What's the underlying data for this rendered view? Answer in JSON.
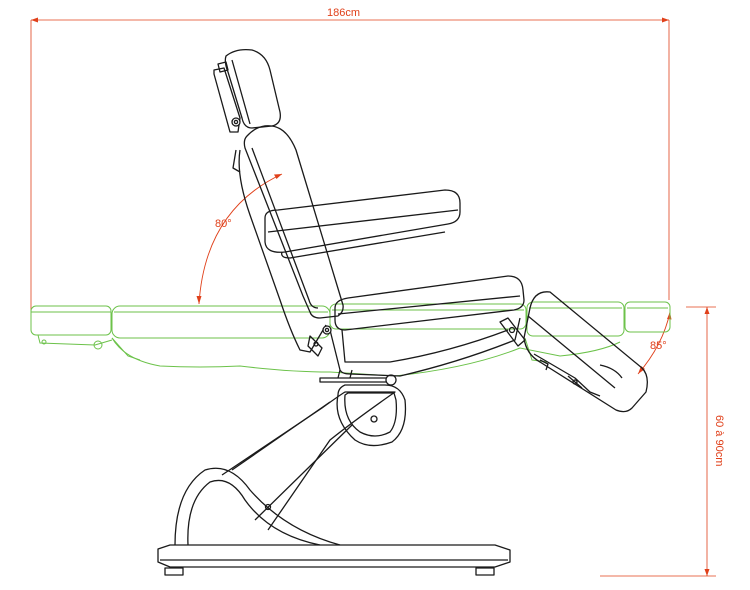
{
  "dimensions": {
    "total_length": "186cm",
    "height_range": "60 à 90cm"
  },
  "angles": {
    "backrest": "80°",
    "legrest": "85°"
  },
  "colors": {
    "dimension": "#e0401a",
    "flat_position": "#6cc24a",
    "outline": "#1a1a1a"
  }
}
